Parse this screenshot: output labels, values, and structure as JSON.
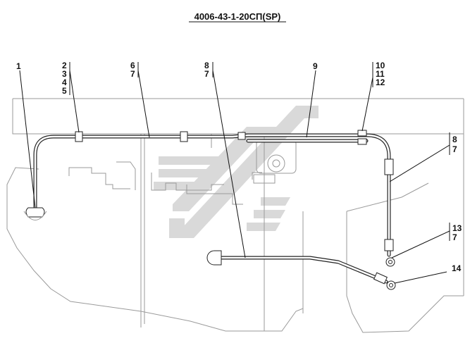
{
  "title": "4006-43-1-20СП(SP)",
  "callouts": {
    "c1": "1",
    "c2": "2",
    "c3": "3",
    "c4": "4",
    "c5": "5",
    "c6": "6",
    "c6b": "7",
    "c8": "8",
    "c8b": "7",
    "c9": "9",
    "c10": "10",
    "c11": "11",
    "c12": "12",
    "c8r": "8",
    "c8rb": "7",
    "c13": "13",
    "c13b": "7",
    "c14": "14"
  },
  "colors": {
    "line": "#222222",
    "outline": "#9a9a9a",
    "watermark": "#d9d9d9"
  }
}
